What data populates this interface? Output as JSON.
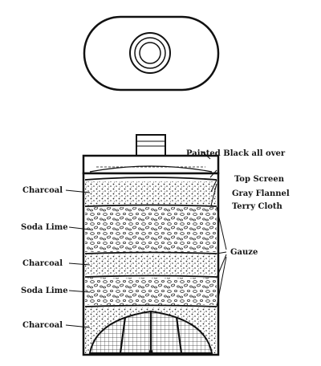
{
  "labels": {
    "painted": "Painted Black all over",
    "top_screen": "Top Screen",
    "gray_flannel": "Gray Flannel",
    "terry_cloth": "Terry Cloth",
    "gauze": "Gauze",
    "charcoal_1": "Charcoal",
    "soda_lime_1": "Soda Lime",
    "charcoal_2": "Charcoal",
    "soda_lime_2": "Soda Lime",
    "charcoal_3": "Charcoal"
  }
}
